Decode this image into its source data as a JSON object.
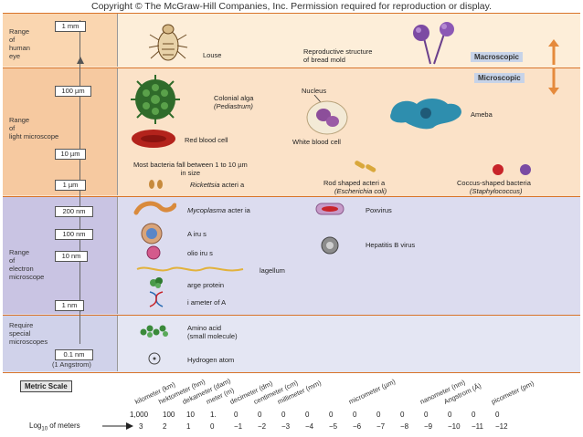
{
  "copyright": "Copyright © The McGraw-Hill Companies, Inc. Permission required for reproduction or display.",
  "colors": {
    "eye_band": "#fdeed9",
    "light_band": "#fbe2c8",
    "electron_band": "#dcdcef",
    "special_band": "#e4e6f3",
    "left_eye": "#fad6b0",
    "left_light": "#f6c9a0",
    "left_electron": "#c9c4e3",
    "left_special": "#d0d2ea",
    "band_border": "#d8742a",
    "arrow": "#e58a3c"
  },
  "ranges": {
    "eye": "Range\nof\nhuman\neye",
    "light": "Range\nof\nlight microscope",
    "electron": "Range\nof\nelectron\nmicroscope",
    "special": "Require\nspecial\nmicroscopes"
  },
  "scale_boxes": [
    "1 mm",
    "100 µm",
    "10 µm",
    "1 µm",
    "200 nm",
    "100 nm",
    "10 nm",
    "1 nm",
    "0.1 nm"
  ],
  "angstrom_note": "(1 Angstrom)",
  "tags": {
    "macroscopic": "Macroscopic",
    "microscopic": "Microscopic"
  },
  "specimens": {
    "louse": "Louse",
    "bread_mold": "Reproductive structure\nof bread mold",
    "alga": "Colonial alga",
    "alga_name": "(Pediastrum)",
    "nucleus": "Nucleus",
    "ameba": "Ameba",
    "rbc": "Red blood cell",
    "wbc": "White blood cell",
    "bacteria_note": "Most bacteria fall between 1 to 10 µm\nin size",
    "rickettsia_1": "Rickettsia",
    "rickettsia_2": " acteri a",
    "rod": "Rod shaped  acteri a",
    "rod_name": "(Escherichia coli)",
    "coccus": "Coccus-shaped bacteria",
    "coccus_name": "(Staphylococcus)",
    "mycoplasma_1": "Mycoplasma",
    "mycoplasma_2": " acter ia",
    "poxvirus": "Poxvirus",
    "aids": "A        iru s",
    "hepatitis": "Hepatitis B virus",
    "polio": "olio iru  s",
    "flagellum": "lagellum",
    "protein": "arge protein",
    "dna": "i ameter of     A",
    "amino": "Amino acid\n(small molecule)",
    "hydrogen": "Hydrogen atom"
  },
  "metric_scale": {
    "title": "Metric Scale",
    "log_label": "Log",
    "log_sub": "10",
    "log_suffix": " of meters",
    "units": [
      "kilometer (km)",
      "hektometer (hm)",
      "dekameter (dam)",
      "meter (m)",
      "decimeter (dm)",
      "centimeter (cm)",
      "millimeter (mm)",
      "micrometer (µm)",
      "nanometer (nm)",
      "Angstrom (Å)",
      "picometer (pm)"
    ],
    "values": [
      "1,000",
      "100",
      "10",
      "1.",
      "0",
      "0",
      "0",
      "0",
      "0",
      "0",
      "0",
      "0",
      "0",
      "0",
      "0",
      "0"
    ],
    "logs": [
      "3",
      "2",
      "1",
      "0",
      "−1",
      "−2",
      "−3",
      "−4",
      "−5",
      "−6",
      "−7",
      "−8",
      "−9",
      "−10",
      "−11",
      "−12"
    ]
  }
}
